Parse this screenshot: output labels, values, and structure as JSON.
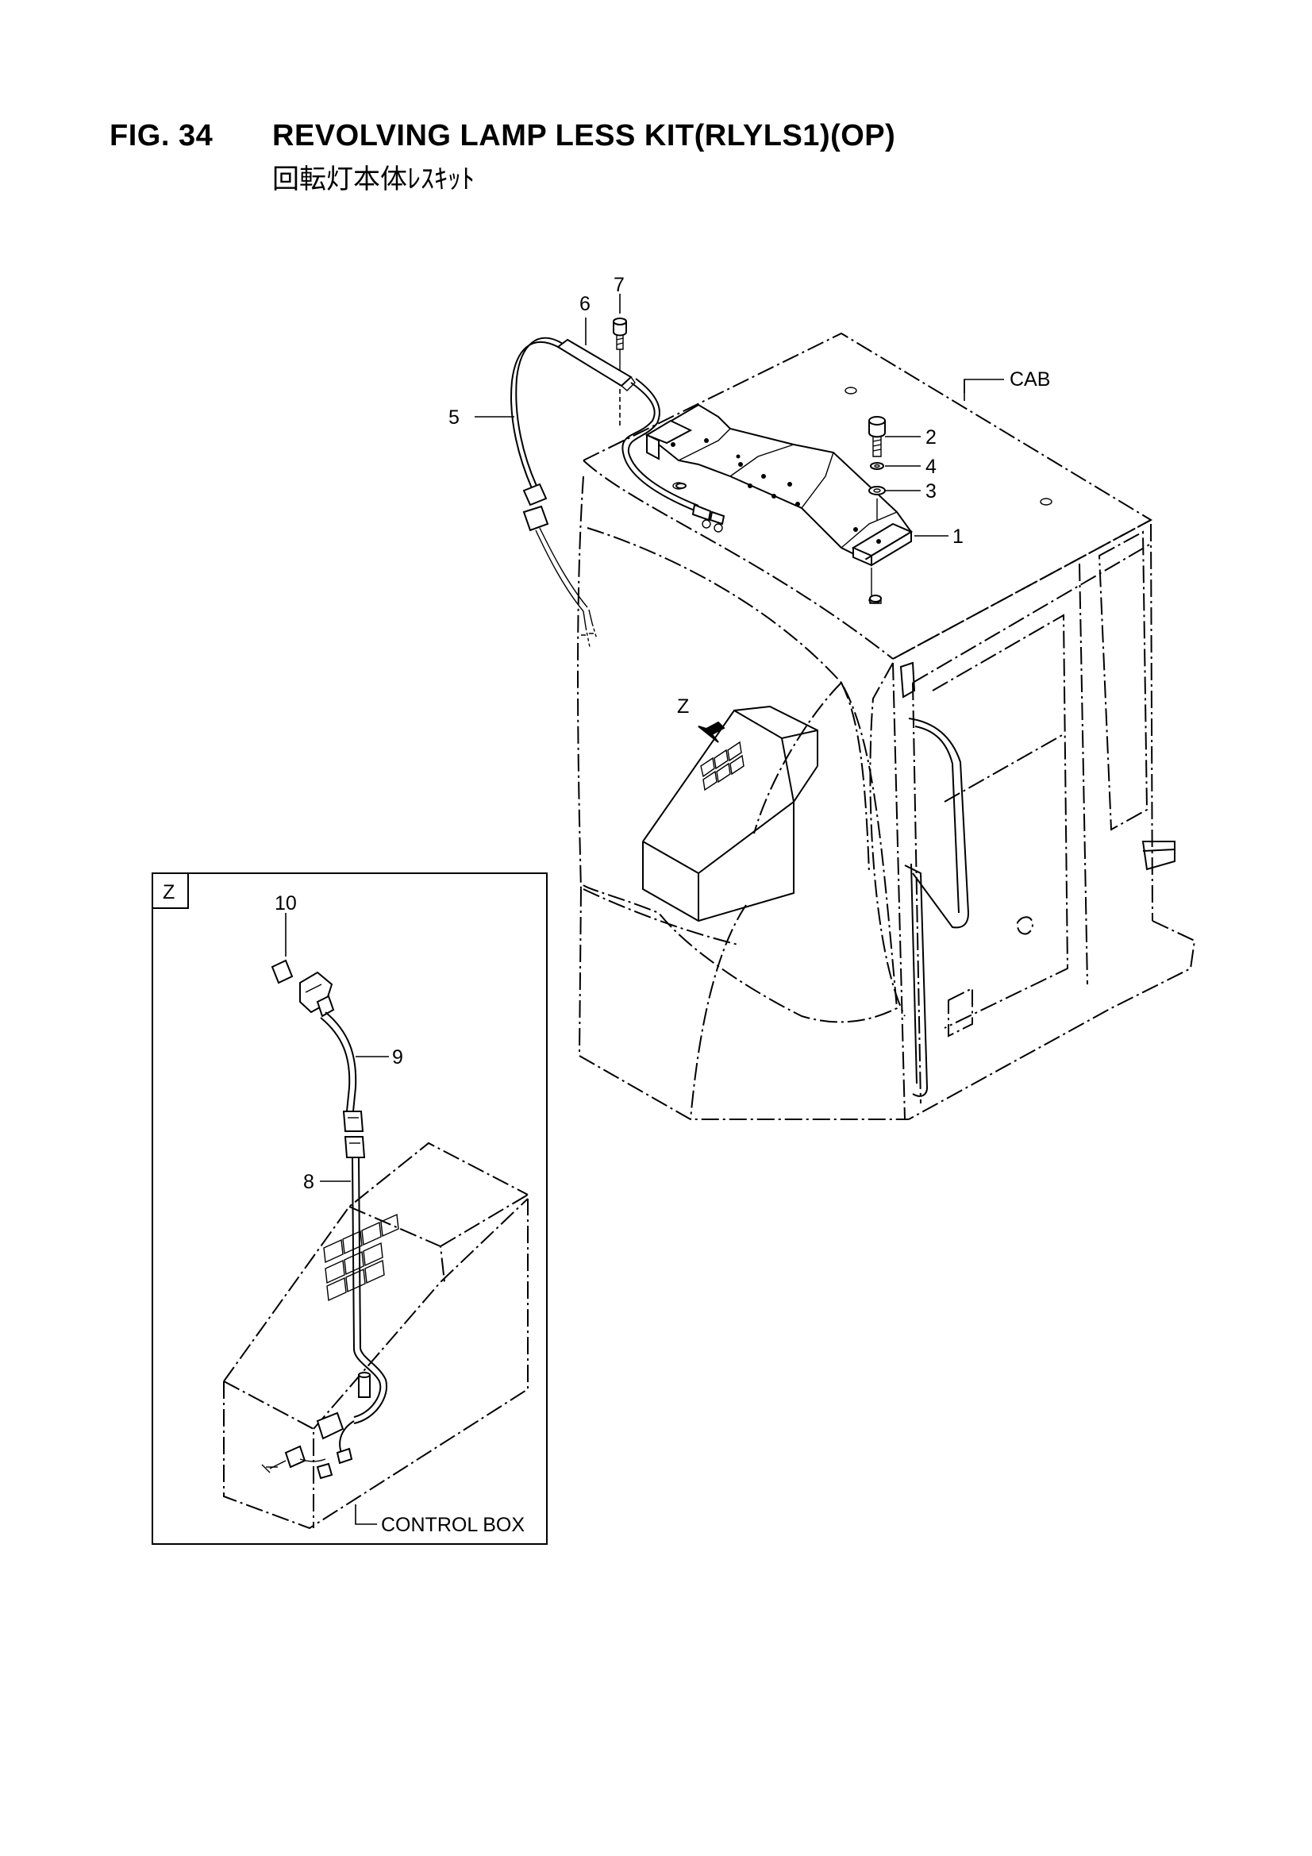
{
  "header": {
    "figure_number": "FIG. 34",
    "title": "REVOLVING LAMP LESS KIT(RLYLS1)(OP)",
    "subtitle": "回転灯本体ﾚｽｷｯﾄ"
  },
  "part_labels": [
    "1",
    "2",
    "3",
    "4",
    "5",
    "6",
    "7",
    "8",
    "9",
    "10"
  ],
  "reference_labels": {
    "cab": "CAB",
    "control_box": "CONTROL BOX",
    "view_z": "Z",
    "detail_z": "Z"
  }
}
